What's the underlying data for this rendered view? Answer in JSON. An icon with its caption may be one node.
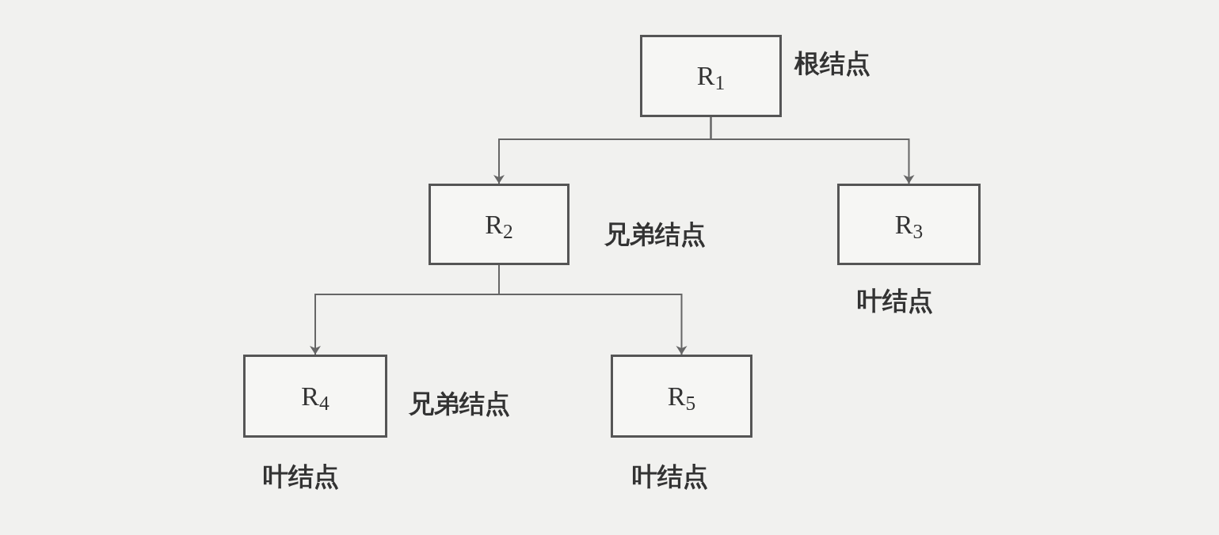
{
  "diagram": {
    "nodes": [
      {
        "text": [
          "R$_{1}$"
        ],
        "beside": [
          "根结点"
        ]
      },
      {
        "text": [
          "R$_{2}$"
        ]
      },
      {
        "text": [
          "R$_{3}$"
        ],
        "beside": [
          "叶结点"
        ]
      },
      {
        "text": [
          "R$_{4}$"
        ],
        "beside": [
          "叶结点"
        ]
      },
      {
        "text": [
          "R$_{5}$"
        ],
        "beside": [
          "叶结点"
        ]
      }
    ],
    "edges": [
      {
        "from": 0,
        "to": 1,
        "arrow": "to"
      },
      {
        "from": 0,
        "to": 2,
        "arrow": "to"
      },
      {
        "from": 1,
        "to": 3,
        "arrow": "to"
      },
      {
        "from": 1,
        "to": 4,
        "arrow": "to"
      }
    ],
    "labels": [
      "兄弟结点",
      "兄弟结点"
    ]
  }
}
